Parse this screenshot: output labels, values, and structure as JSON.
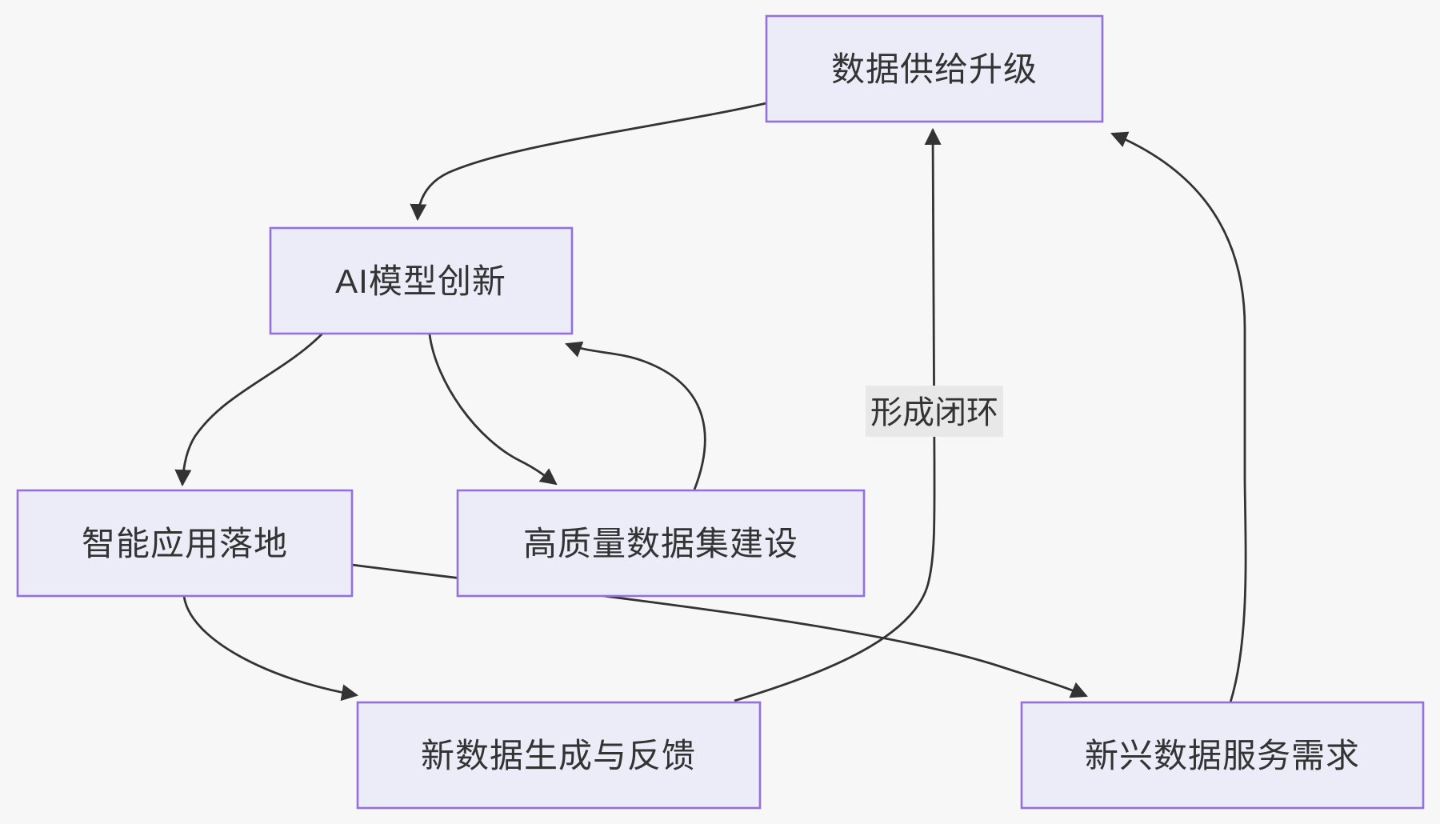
{
  "diagram": {
    "type": "flowchart",
    "colors": {
      "background": "#f7f7f7",
      "node_fill": "#ECECF9",
      "node_border": "#9370DB",
      "node_text": "#333333",
      "edge_line": "#333333",
      "edge_label_bg": "#e8e8e8",
      "edge_label_text": "#333333"
    },
    "nodes": [
      {
        "id": "data-supply-upgrade",
        "label": "数据供给升级"
      },
      {
        "id": "ai-model-innovation",
        "label": "AI模型创新"
      },
      {
        "id": "intelligent-app-landing",
        "label": "智能应用落地"
      },
      {
        "id": "high-quality-dataset-building",
        "label": "高质量数据集建设"
      },
      {
        "id": "new-data-generation-feedback",
        "label": "新数据生成与反馈"
      },
      {
        "id": "emerging-data-service-demand",
        "label": "新兴数据服务需求"
      }
    ],
    "edges": [
      {
        "from": "数据供给升级",
        "to": "AI模型创新",
        "label": ""
      },
      {
        "from": "AI模型创新",
        "to": "智能应用落地",
        "label": ""
      },
      {
        "from": "AI模型创新",
        "to": "高质量数据集建设",
        "label": ""
      },
      {
        "from": "高质量数据集建设",
        "to": "AI模型创新",
        "label": ""
      },
      {
        "from": "智能应用落地",
        "to": "新数据生成与反馈",
        "label": ""
      },
      {
        "from": "智能应用落地",
        "to": "新兴数据服务需求",
        "label": ""
      },
      {
        "from": "新数据生成与反馈",
        "to": "数据供给升级",
        "label": "形成闭环"
      },
      {
        "from": "新兴数据服务需求",
        "to": "数据供给升级",
        "label": ""
      }
    ]
  }
}
